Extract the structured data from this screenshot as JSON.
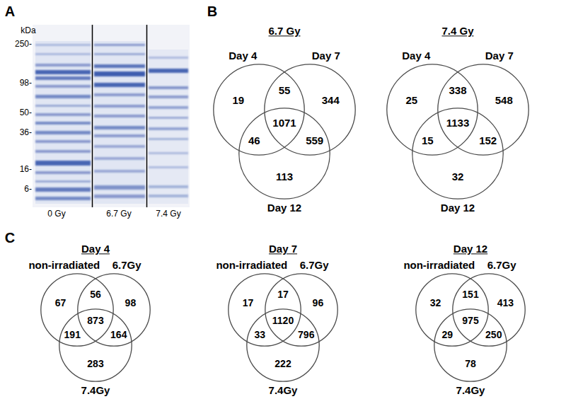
{
  "diagram": {
    "nodes": [
      {
        "text": [
          "Day 4"
        ]
      },
      {
        "text": [
          "Day 7"
        ]
      },
      {
        "text": [
          "Day 12"
        ]
      },
      {
        "text": [
          "Day 4"
        ]
      },
      {
        "text": [
          "Day 7"
        ]
      },
      {
        "text": [
          "Day 12"
        ]
      },
      {
        "text": [
          "non-irradiated"
        ]
      },
      {
        "text": [
          "6.7Gy"
        ]
      },
      {
        "text": [
          "7.4Gy"
        ]
      },
      {
        "text": [
          "non-irradiated"
        ]
      },
      {
        "text": [
          "6.7Gy"
        ]
      },
      {
        "text": [
          "7.4Gy"
        ]
      },
      {
        "text": [
          "non-irradiated"
        ]
      },
      {
        "text": [
          "6.7Gy"
        ]
      },
      {
        "text": [
          "7.4Gy"
        ]
      }
    ],
    "labels": [
      "A",
      "kDa",
      "250-",
      "98-",
      "50-",
      "36-",
      "16-",
      "6-",
      "0 Gy",
      "6.7 Gy",
      "7.4 Gy",
      "B",
      "6.7 Gy",
      "7.4 Gy",
      "19",
      "55",
      "344",
      "1071",
      "46",
      "559",
      "113",
      "25",
      "338",
      "548",
      "1133",
      "15",
      "152",
      "32",
      "C",
      "Day 4",
      "Day 7",
      "Day 12",
      "67",
      "56",
      "98",
      "873",
      "191",
      "164",
      "283",
      "17",
      "17",
      "96",
      "1120",
      "33",
      "796",
      "222",
      "32",
      "151",
      "413",
      "975",
      "29",
      "250",
      "78"
    ]
  }
}
